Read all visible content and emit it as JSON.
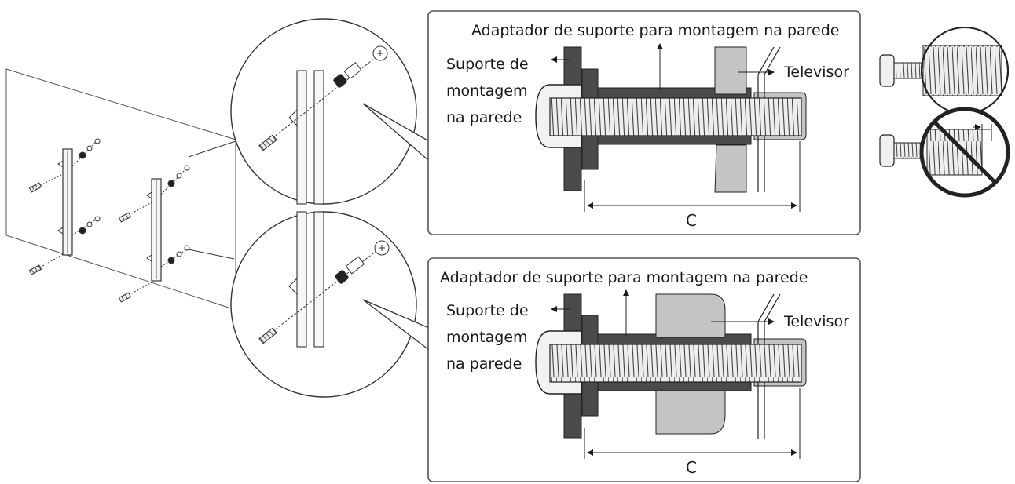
{
  "top_detail": {
    "adapter_label": "Adaptador de suporte para montagem na parede",
    "wall_mount_label": [
      "Suporte de",
      "montagem",
      "na parede"
    ],
    "tv_label": "Televisor",
    "dimension_label": "C"
  },
  "bottom_detail": {
    "adapter_label": "Adaptador de suporte para montagem na parede",
    "wall_mount_label": [
      "Suporte de",
      "montagem",
      "na parede"
    ],
    "tv_label": "Televisor",
    "dimension_label": "C"
  },
  "colors": {
    "line": "#1a1a1a",
    "dark_part": "#4a4a4a",
    "tv_body": "#bdbdbd",
    "screw": "#e6e6e6",
    "frame": "#555555"
  }
}
